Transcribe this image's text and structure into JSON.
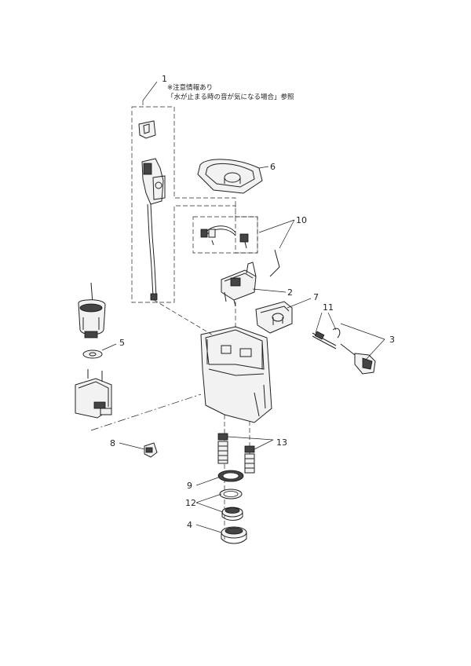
{
  "note": {
    "line1": "※注意情報あり",
    "line2": "「水が止まる時の音が気になる場合」参照"
  },
  "callouts": {
    "c1": "1",
    "c2": "2",
    "c3": "3",
    "c4": "4",
    "c5": "5",
    "c6": "6",
    "c7": "7",
    "c8": "8",
    "c9": "9",
    "c10": "10",
    "c11": "11",
    "c12": "12",
    "c13": "13"
  }
}
